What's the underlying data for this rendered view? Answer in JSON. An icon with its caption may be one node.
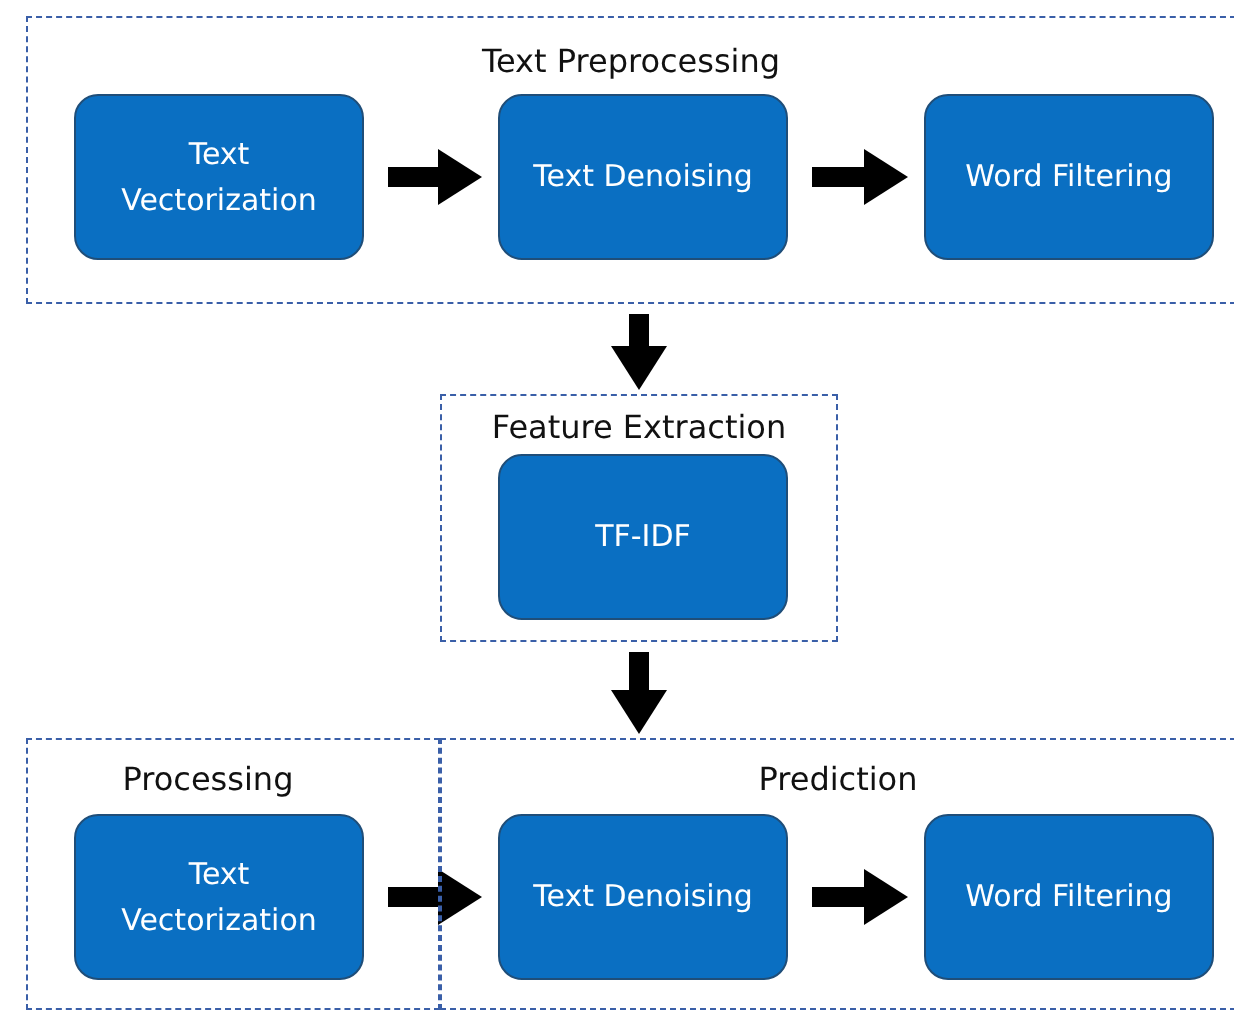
{
  "diagram": {
    "nodes": [
      {
        "text": [
          "Text Preprocessing"
        ]
      },
      {
        "text": [
          "Text Vectorization"
        ],
        "in": 0
      },
      {
        "text": [
          "Text Denoising"
        ],
        "in": 0
      },
      {
        "text": [
          "Word Filtering"
        ],
        "in": 0
      },
      {
        "text": [
          "Feature Extraction"
        ]
      },
      {
        "text": [
          "TF-IDF"
        ],
        "in": 4
      },
      {
        "text": [
          "Processing"
        ]
      },
      {
        "text": [
          "Text Vectorization"
        ],
        "in": 6
      },
      {
        "text": [
          "Prediction"
        ]
      },
      {
        "text": [
          "Text Denoising"
        ],
        "in": 8
      },
      {
        "text": [
          "Word Filtering"
        ],
        "in": 8
      }
    ],
    "edges": [
      {
        "from": 1,
        "to": 2,
        "arrow": "to"
      },
      {
        "from": 2,
        "to": 3,
        "arrow": "to"
      },
      {
        "from": 0,
        "to": 4,
        "arrow": "to"
      },
      {
        "from": 4,
        "to": 8,
        "arrow": "to"
      },
      {
        "from": 7,
        "to": 9,
        "arrow": "to"
      },
      {
        "from": 9,
        "to": 10,
        "arrow": "to"
      }
    ]
  }
}
